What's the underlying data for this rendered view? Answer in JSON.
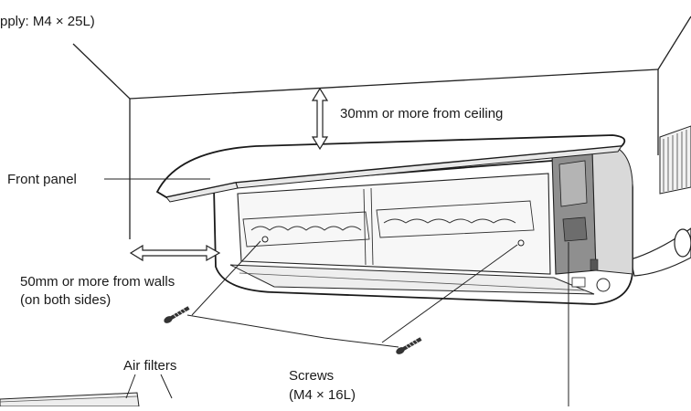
{
  "labels": {
    "top_left_fragment": "pply: M4 × 25L)",
    "ceiling_clearance": "30mm or more from ceiling",
    "front_panel": "Front panel",
    "wall_clearance_line1": "50mm or more from walls",
    "wall_clearance_line2": "(on both sides)",
    "air_filters": "Air filters",
    "screws_line1": "Screws",
    "screws_line2": "(M4 × 16L)"
  }
}
